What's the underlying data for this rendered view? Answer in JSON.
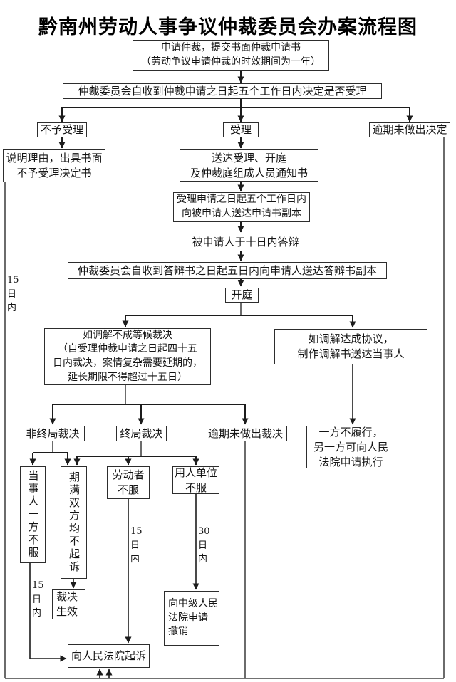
{
  "title": "黔南州劳动人事争议仲裁委员会办案流程图",
  "nodes": {
    "apply": {
      "text": "申请仲裁，提交书面仲裁申请书\n（劳动争议申请仲裁的时效期间为一年）"
    },
    "decide": {
      "text": "仲裁委员会自收到仲裁申请之日起五个工作日内决定是否受理"
    },
    "not_accept": {
      "text": "不予受理"
    },
    "accept": {
      "text": "受理"
    },
    "overdue_decision": {
      "text": "逾期未做出决定"
    },
    "explain": {
      "text": "说明理由，出具书面\n不予受理决定书"
    },
    "notice": {
      "text": "送达受理、开庭\n及仲裁庭组成人员通知书"
    },
    "serve_copy": {
      "text": "受理申请之日起五个工作日内\n向被申请人送达申请书副本"
    },
    "reply": {
      "text": "被申请人于十日内答辩"
    },
    "serve_reply": {
      "text": "仲裁委员会自收到答辩书之日起五日内向申请人送达答辩书副本"
    },
    "hearing": {
      "text": "开庭"
    },
    "await_award": {
      "text": "如调解不成等候裁决\n（自受理仲裁申请之日起四十五\n日内裁决，案情复杂需要延期的，\n延长期限不得超过十五日）"
    },
    "mediation": {
      "text": "如调解达成协议，\n制作调解书送达当事人"
    },
    "non_final": {
      "text": "非终局裁决"
    },
    "final": {
      "text": "终局裁决"
    },
    "overdue_award": {
      "text": "逾期未做出裁决"
    },
    "enforce": {
      "text": "一方不履行，\n另一方可向人民\n法院申请执行"
    },
    "party_dissent": {
      "text": "当事人一方不服"
    },
    "no_suit": {
      "text": "期满双方均不起诉"
    },
    "laborer_dissent": {
      "text": "劳动者\n不服"
    },
    "employer_dissent": {
      "text": "用人单位\n不服"
    },
    "award_effective": {
      "text": "裁决\n生效"
    },
    "revoke": {
      "text": "向中级人民\n法院申请\n撤销"
    },
    "sue": {
      "text": "向人民法院起诉"
    }
  },
  "labels": {
    "rail_15d": "15日内",
    "party_15d": "15日内",
    "laborer_15d": "15日内",
    "employer_30d": "30日内"
  },
  "colors": {
    "line": "#1c1c1c",
    "box_border": "#2d2d2d",
    "text": "#141414",
    "background": "#ffffff"
  }
}
